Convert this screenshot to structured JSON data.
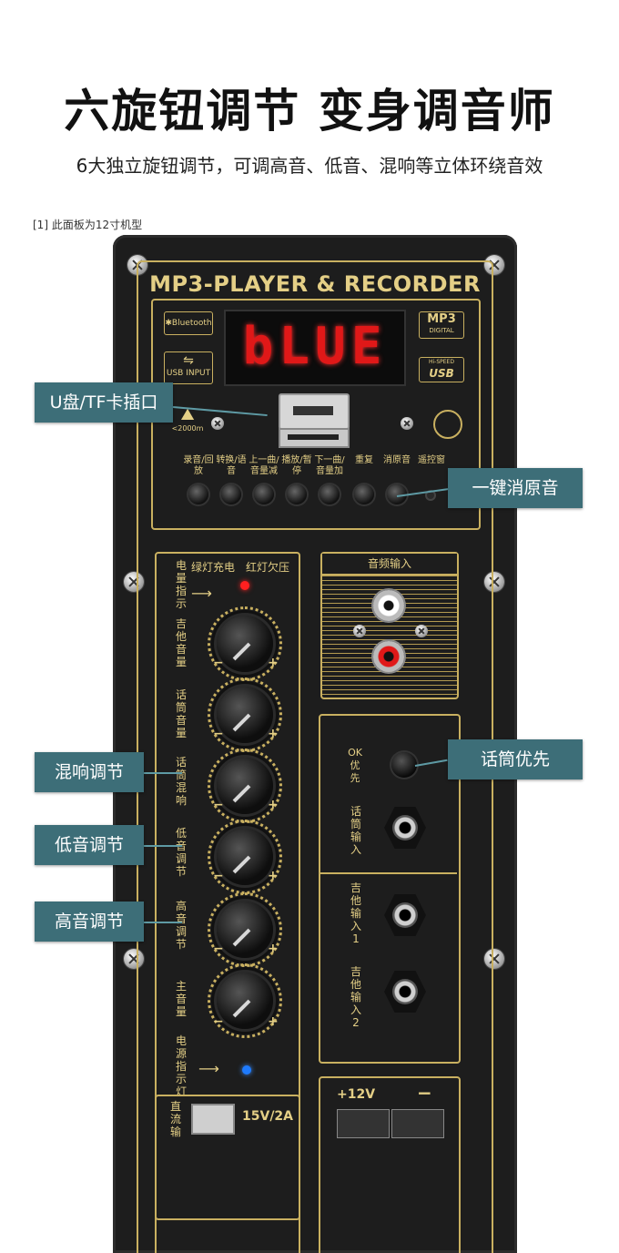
{
  "header": {
    "title": "六旋钮调节 变身调音师",
    "subtitle": "6大独立旋钮调节，可调高音、低音、混响等立体环绕音效",
    "note": "[1] 此面板为12寸机型"
  },
  "panel": {
    "brand": "MP3-PLAYER & RECORDER",
    "display_text": "bLUE",
    "logos": {
      "bluetooth": "Bluetooth",
      "usb_input": "USB INPUT",
      "mp3": "MP3",
      "mp3_sub": "DIGITAL",
      "hispeed": "Hi-SPEED",
      "usb": "USB",
      "altitude": "<2000m"
    },
    "buttons": [
      {
        "label": "录音/回放"
      },
      {
        "label": "转换/语音"
      },
      {
        "label": "上一曲/音量减"
      },
      {
        "label": "播放/暂停"
      },
      {
        "label": "下一曲/音量加"
      },
      {
        "label": "重复"
      },
      {
        "label": "消原音"
      },
      {
        "label": "遥控窗"
      }
    ],
    "battery": {
      "label": "电量指示",
      "green": "绿灯充电",
      "red": "红灯欠压"
    },
    "knobs": [
      {
        "label": "吉他音量"
      },
      {
        "label": "话筒音量"
      },
      {
        "label": "话筒混响"
      },
      {
        "label": "低音调节"
      },
      {
        "label": "高音调节"
      },
      {
        "label": "主音量"
      }
    ],
    "minus": "−",
    "plus": "+",
    "power_indicator": "电源指示灯",
    "audio_input": "音频输入",
    "ok_label": "OK优先",
    "mic_input": "话筒输入",
    "guitar1": "吉他输入1",
    "guitar2": "吉他输入2",
    "dc_label": "直流输",
    "dc_spec": "15V/2A",
    "plus12": "+12V",
    "minus_sign": "−"
  },
  "callouts": {
    "usb_tf": "U盘/TF卡插口",
    "vocal_remove": "一键消原音",
    "mic_priority": "话筒优先",
    "reverb": "混响调节",
    "bass": "低音调节",
    "treble": "高音调节"
  },
  "colors": {
    "gold": "#c9b060",
    "display_red": "#e01818",
    "callout_bg": "#3d6e78",
    "panel_bg": "#1d1d1d"
  }
}
